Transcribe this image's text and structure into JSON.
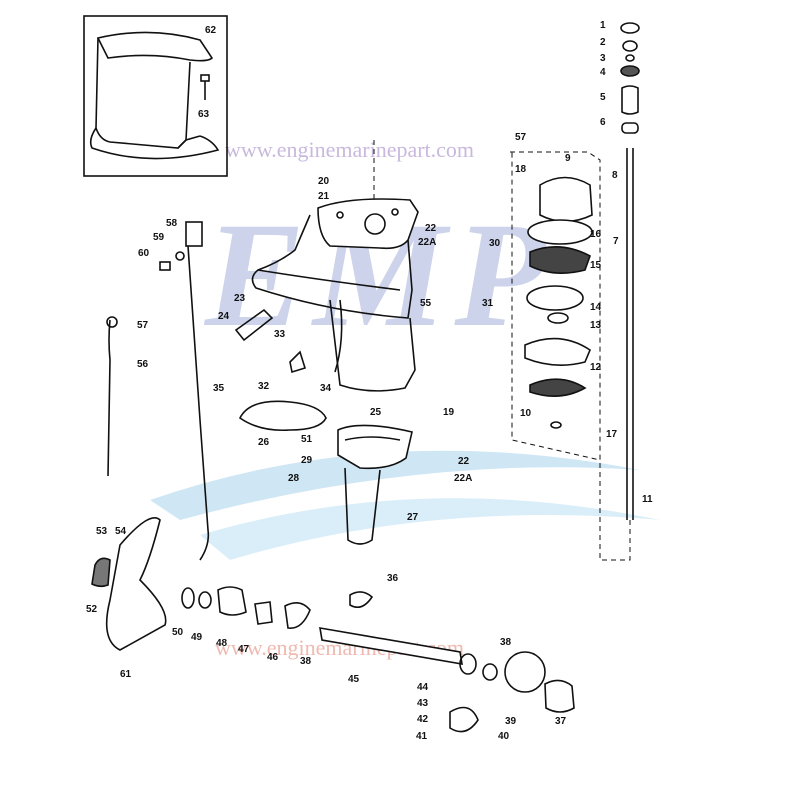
{
  "watermark": {
    "logo_text": "EMP",
    "url_top": "www.enginemarinepart.com",
    "url_mid": "www.enginemarinepart.com",
    "colors": {
      "logo": "#c9cfe6",
      "swoosh": "#c7e3f3",
      "url": "#c9b7dc",
      "url_red": "#f2b8b0"
    }
  },
  "inset": {
    "labels": [
      "62",
      "63"
    ]
  },
  "callouts": {
    "c1": "1",
    "c2": "2",
    "c3": "3",
    "c4": "4",
    "c5": "5",
    "c6": "6",
    "c7": "7",
    "c8": "8",
    "c9": "9",
    "c10": "10",
    "c11": "11",
    "c12": "12",
    "c13": "13",
    "c14": "14",
    "c15": "15",
    "c16": "16",
    "c17": "17",
    "c18": "18",
    "c19": "19",
    "c20": "20",
    "c21": "21",
    "c22a": "22",
    "c22b": "22",
    "c22Aa": "22A",
    "c22Ab": "22A",
    "c23": "23",
    "c24": "24",
    "c25": "25",
    "c26": "26",
    "c27": "27",
    "c28": "28",
    "c29": "29",
    "c30": "30",
    "c31": "31",
    "c32": "32",
    "c33": "33",
    "c34": "34",
    "c35": "35",
    "c36": "36",
    "c37": "37",
    "c38a": "38",
    "c38b": "38",
    "c39": "39",
    "c40": "40",
    "c41": "41",
    "c42": "42",
    "c43": "43",
    "c44": "44",
    "c45": "45",
    "c46": "46",
    "c47": "47",
    "c48": "48",
    "c49": "49",
    "c50": "50",
    "c51": "51",
    "c52": "52",
    "c53": "53",
    "c54": "54",
    "c55": "55",
    "c56": "56",
    "c57a": "57",
    "c57b": "57",
    "c58": "58",
    "c59": "59",
    "c60": "60",
    "c61": "61"
  }
}
